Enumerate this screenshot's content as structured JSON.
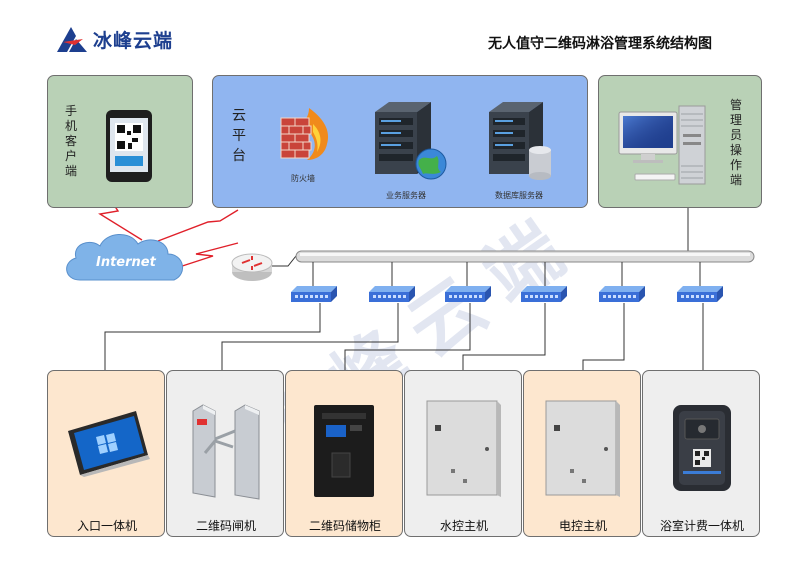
{
  "brand": {
    "name": "冰峰云端",
    "watermark": "冰峰云端"
  },
  "page_title": "无人值守二维码淋浴管理系统结构图",
  "client_panel": {
    "label": "手机客户端"
  },
  "cloud_panel": {
    "label": "云平台",
    "items": [
      {
        "label": "防火墙",
        "icon": "firewall-icon"
      },
      {
        "label": "业务服务器",
        "icon": "server-icon"
      },
      {
        "label": "数据库服务器",
        "icon": "database-server-icon"
      }
    ]
  },
  "admin_panel": {
    "label": "管理员操作端",
    "icon": "desktop-computer-icon"
  },
  "network": {
    "internet_label": "Internet",
    "router_icon": "router-icon",
    "switch_icon": "switch-icon"
  },
  "devices": [
    {
      "label": "入口一体机",
      "icon": "tablet-terminal-icon"
    },
    {
      "label": "二维码闸机",
      "icon": "turnstile-gate-icon"
    },
    {
      "label": "二维码储物柜",
      "icon": "locker-icon"
    },
    {
      "label": "水控主机",
      "icon": "water-control-box-icon"
    },
    {
      "label": "电控主机",
      "icon": "power-control-box-icon"
    },
    {
      "label": "浴室计费一体机",
      "icon": "billing-terminal-icon"
    }
  ],
  "colors": {
    "brand": "#1d3f8f",
    "client_bg": "#b9d1b6",
    "cloud_bg": "#90b5f0",
    "device_peach": "#fde7cf",
    "device_grey": "#eeeeee"
  }
}
